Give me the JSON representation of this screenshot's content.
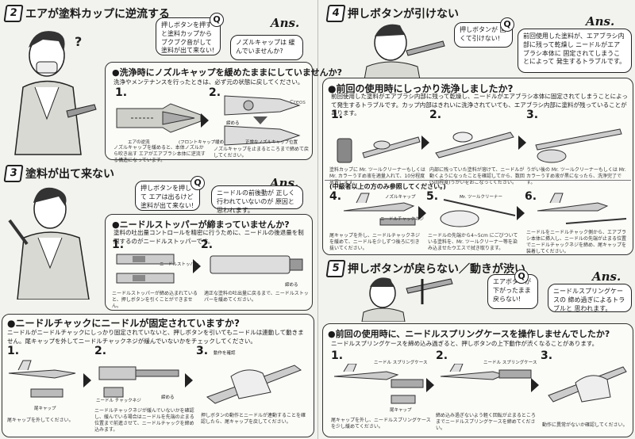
{
  "s2": {
    "num": "2",
    "title": "エアが塗料カップに逆流する",
    "bubble_q": "押しボタンを押すと塗料カップから ブクブク音がして 塗料が出て来ない!",
    "ans_label": "Ans.",
    "bubble_a": "ノズルキャップは 緩んでいませんか?",
    "panel_title": "●洗浄時にノズルキャップを緩めたままにしていませんか?",
    "panel_text": "洗浄やメンテナンスを行ったときは、必ず元の状態に戻してください。",
    "step1": "1.",
    "step2": "2.",
    "brand": "Creos",
    "lbl_tighten": "締める",
    "cap1": "ノズルキャップを緩めると、本体ノズルから吹き出す エアがエアブラシ本体に逆流する構造になっています。",
    "cap2": "ノズルキャップを止まるところまで締めて戻してください。",
    "lbl_air": "エアの逆流",
    "lbl_loose": "(フロントキャップ緩め)",
    "lbl_normal": "正常なノズルキャップ位置"
  },
  "s3": {
    "num": "3",
    "title": "塗料が出て来ない",
    "bubble_q": "押しボタンを押して エアは出るけど 塗料が出て来ない!",
    "ans_label": "Ans.",
    "bubble_a": "ニードルの前後動が 正しく行われていないのが 原因と思われます。",
    "panel_title": "●ニードルストッパーが締まっていませんか?",
    "panel_text": "塗料の吐出量コントロールを精密に行うために、ニードルの後退量を制限するのがニードルストッパーです。",
    "step1": "1.",
    "step2": "2.",
    "lbl_stopper": "ニードルストッパー",
    "lbl_tighten": "締める",
    "cap1": "ニードルストッパーが締め込まれていると、押しボタンを引くことができません。",
    "cap2": "適正な塗料の吐出量に戻るまで、ニードルストッパーを緩めてください。"
  },
  "s3b": {
    "title": "●ニードルチャックにニードルが固定されていますか?",
    "text": "ニードルがニードルチャックにしっかり固定されていないと、押しボタンを引いてもニードルは連動して動きません。尾キャップを外してニードルチャックネジが緩んでいないかをチェックしてください。",
    "step1": "1.",
    "step2": "2.",
    "step3": "3.",
    "lbl_chuck": "ニードル チャックネジ",
    "lbl_tail": "尾キャップ",
    "lbl_tighten": "締める",
    "lbl_move": "動作を確認",
    "cap1": "尾キャップを外してください。",
    "cap2": "ニードルチャックネジが緩んでいないかを確認し、緩んでいる場合はニードルを先端の止まる位置まで前進させて、ニードルチャックを締め込みます。",
    "cap3": "押しボタンの動作とニードルが連動することを確認したら、尾キャップを戻してください。"
  },
  "s4": {
    "num": "4",
    "title": "押しボタンが引けない",
    "bubble_q": "押しボタンが 固くて引けない!",
    "ans_label": "Ans.",
    "bubble_a": "前回使用した塗料が、エアブラシ内部に残って乾燥し ニードルがエアブラシ本体に 固定されてしまうことによって 発生するトラブルです。",
    "panel_title": "●前回の使用時にしっかり洗浄しましたか?",
    "panel_text": "前回使用した塗料がエアブラシ内部に残って乾燥し、ニードルがエアブラシ本体に固定されてしまうことによって発生するトラブルです。カップ内部はきれいに洗浄されていても、エアブラシ内部に塗料が残っていることがあります。",
    "step1": "1.",
    "step2": "2.",
    "step3": "3.",
    "cap1": "塗料カップに Mr. ツールクリーナーもしくは Mr. カラーうすめ液を適量入れて、10分程度放置します。",
    "cap2": "内部に残っていた塗料が溶けて、ニードルが動くようになったことを確認してから、数回(5回程度)うがいをおこなってください。",
    "cap3": "うがい後の Mr. ツールクリーナーもしくは Mr. カラーうすめ液が黒になったら、洗浄完了です。",
    "sub_title": "(中級者以上の方のみ参照してください。)",
    "step4": "4.",
    "step5": "5.",
    "step6": "6.",
    "lbl_nozzle": "ノズルキャップ",
    "lbl_cleaner": "Mr. ツールクリーナー",
    "lbl_chuck": "ニードルチャックネジ",
    "cap4": "尾キャップを外し、ニードルチャックネジを緩めて、ニードルを少しずつ後ろに引き抜いてください。",
    "cap5": "ニードルの先端から4~5cm にごびついている塗料を、Mr. ツールクリーナー等を染み込ませたウエスで拭き取ります。",
    "cap6": "ニードルをニードルチャック側から、エアブラシ本体に挿入し、ニードルの先端が止まる位置でニードルチャックネジを締め、尾キャップを装着してください。"
  },
  "s5": {
    "num": "5",
    "title": "押しボタンが戻らない／動きが渋い",
    "bubble_q": "エアボタンが 下がったまま 戻らない!",
    "ans_label": "Ans.",
    "bubble_a": "ニードルスプリングケースの 締め過ぎによるトラブルと 思われます。",
    "panel_title": "●前回の使用時に、ニードルスプリングケースを操作しませんでしたか?",
    "panel_text": "ニードルスプリングケースを締め込み過ぎると、押しボタンの上下動作が渋くなることがあります。",
    "step1": "1.",
    "step2": "2.",
    "step3": "3.",
    "lbl_case": "ニードル スプリングケース",
    "lbl_tail": "尾キャップ",
    "cap1": "尾キャップを外し、ニードルスプリングケースを少し緩めてください。",
    "cap2": "締め込み過ぎないよう軽く回転が止まるところまでニードルスプリングケースを締めてください。",
    "cap3": "動作に異常がないか確認してください。"
  }
}
